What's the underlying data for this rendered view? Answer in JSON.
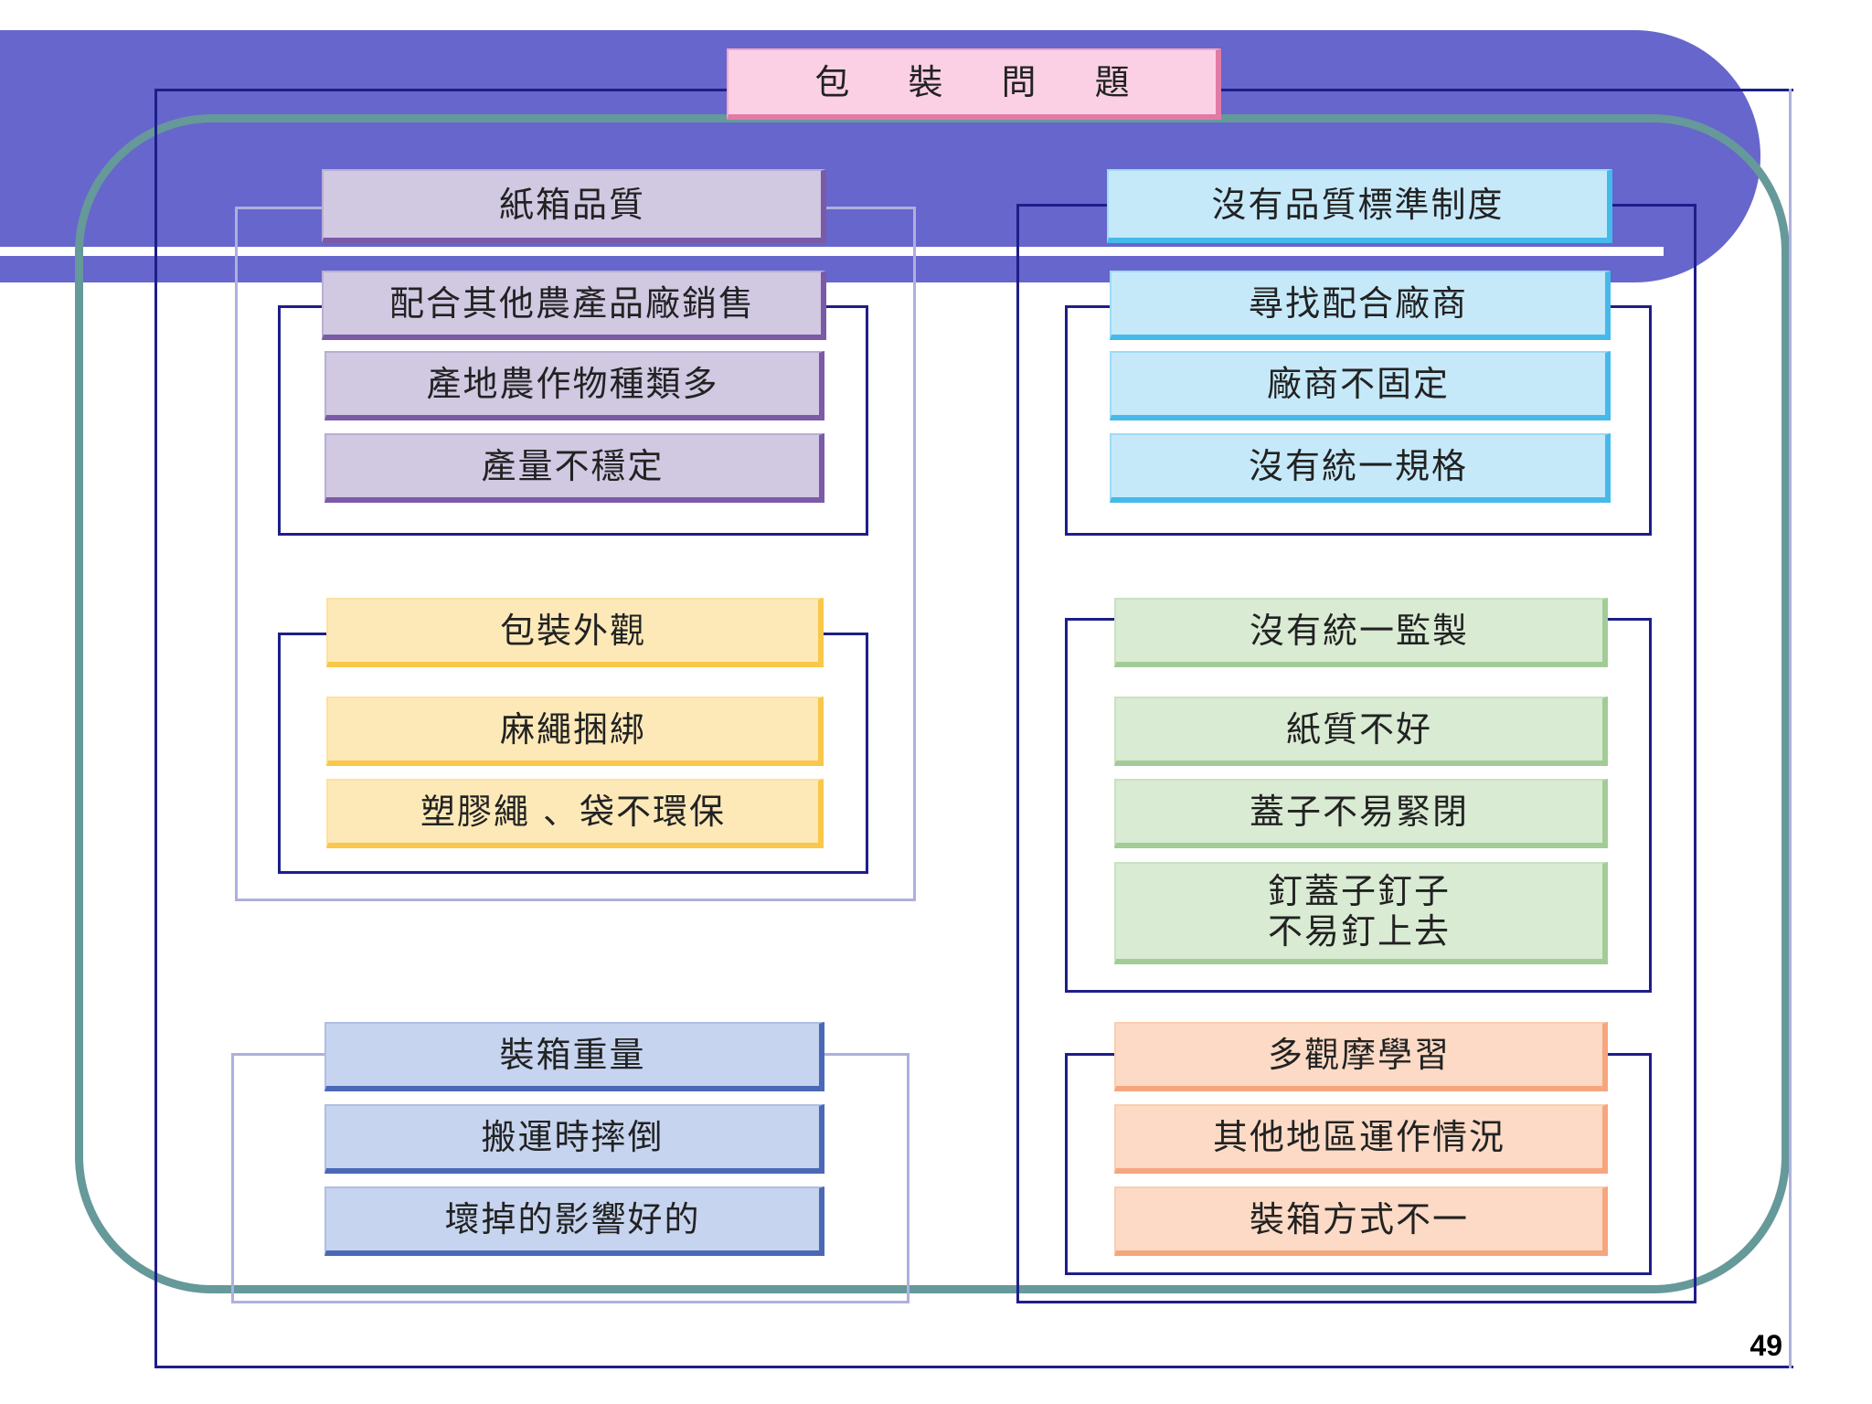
{
  "title": "包 裝 問 題",
  "left": {
    "carton_quality": {
      "label": "紙箱品質",
      "items": [
        "配合其他農產品廠銷售",
        "產地農作物種類多",
        "產量不穩定"
      ]
    },
    "appearance": {
      "label": "包裝外觀",
      "items": [
        "麻繩捆綁",
        "塑膠繩 、袋不環保"
      ]
    },
    "weight": {
      "label": "裝箱重量",
      "items": [
        "搬運時摔倒",
        "壞掉的影響好的"
      ]
    }
  },
  "right": {
    "standard": {
      "label": "沒有品質標準制度",
      "items": [
        "尋找配合廠商",
        "廠商不固定",
        "沒有統一規格"
      ]
    },
    "supervision": {
      "label": "沒有統一監製",
      "items": [
        "紙質不好",
        "蓋子不易緊閉",
        "釘蓋子釘子\n不易釘上去"
      ]
    },
    "learning": {
      "label": "多觀摩學習",
      "items": [
        "其他地區運作情況",
        "裝箱方式不一"
      ]
    }
  },
  "page_number": "49",
  "colors": {
    "band": "#6666cc",
    "teal_frame": "#669999",
    "title_box": "#fbd0e4",
    "purple": "#d1c8e2",
    "sky_blue": "#c6e9fa",
    "yellow": "#fde9b8",
    "green": "#d9ebd3",
    "steel_blue": "#c6d4ef",
    "salmon": "#fcdac5"
  }
}
